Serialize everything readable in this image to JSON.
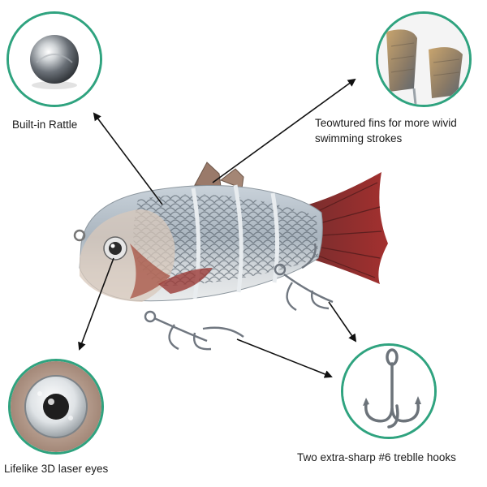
{
  "callouts": {
    "rattle": {
      "label": "Built-in Rattle",
      "icon": "steel-ball-icon"
    },
    "fins": {
      "label_line1": "Teowtured fins for more wivid",
      "label_line2": "swimming strokes",
      "icon": "textured-fin-icon"
    },
    "eyes": {
      "label": "Lifelike 3D laser eyes",
      "icon": "laser-eye-icon"
    },
    "hooks": {
      "label": "Two extra-sharp #6 treblle hooks",
      "icon": "treble-hook-icon"
    }
  },
  "colors": {
    "ring": "#2fa37f",
    "tail": "#8e2a2a",
    "body": "#b9c3cc",
    "scale": "#6b7681",
    "arrow": "#111111"
  }
}
